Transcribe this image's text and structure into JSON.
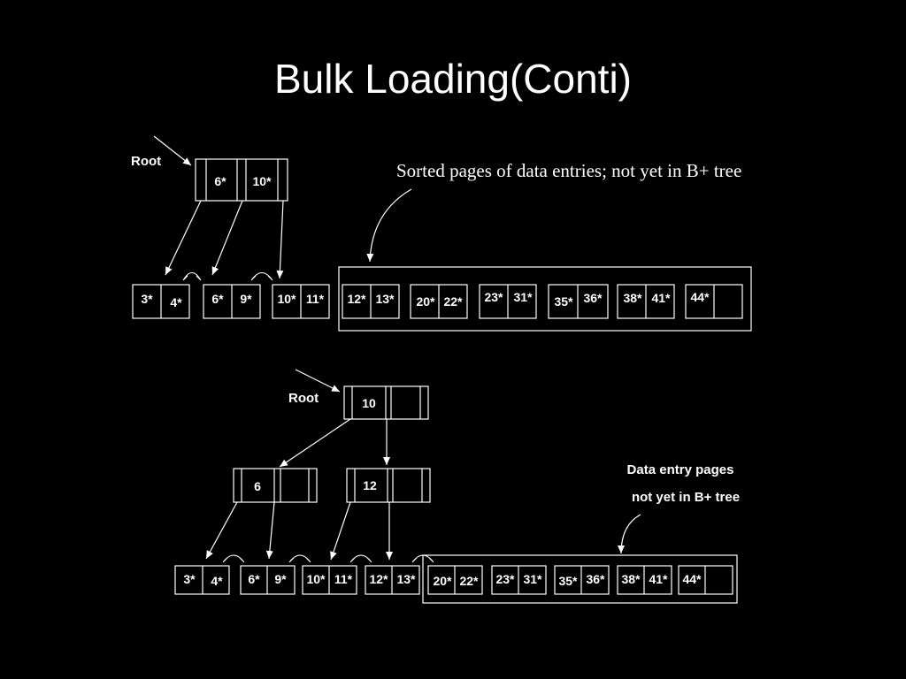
{
  "slide": {
    "title": "Bulk Loading(Conti)"
  },
  "top": {
    "root_label": "Root",
    "annotation": "Sorted pages of data entries; not yet in B+ tree",
    "root_node": [
      "6*",
      "10*"
    ],
    "leaves": [
      [
        "3*",
        "4*"
      ],
      [
        "6*",
        "9*"
      ],
      [
        "10*",
        "11*"
      ],
      [
        "12*",
        "13*"
      ],
      [
        "20*",
        "22*"
      ],
      [
        "23*",
        "31*"
      ],
      [
        "35*",
        "36*"
      ],
      [
        "38*",
        "41*"
      ],
      [
        "44*",
        ""
      ]
    ]
  },
  "bottom": {
    "root_label": "Root",
    "annotation_line1": "Data entry pages",
    "annotation_line2": "not yet in B+ tree",
    "root_node": [
      "10"
    ],
    "internal_nodes": [
      [
        "6"
      ],
      [
        "12"
      ]
    ],
    "leaves": [
      [
        "3*",
        "4*"
      ],
      [
        "6*",
        "9*"
      ],
      [
        "10*",
        "11*"
      ],
      [
        "12*",
        "13*"
      ],
      [
        "20*",
        "22*"
      ],
      [
        "23*",
        "31*"
      ],
      [
        "35*",
        "36*"
      ],
      [
        "38*",
        "41*"
      ],
      [
        "44*",
        ""
      ]
    ]
  }
}
